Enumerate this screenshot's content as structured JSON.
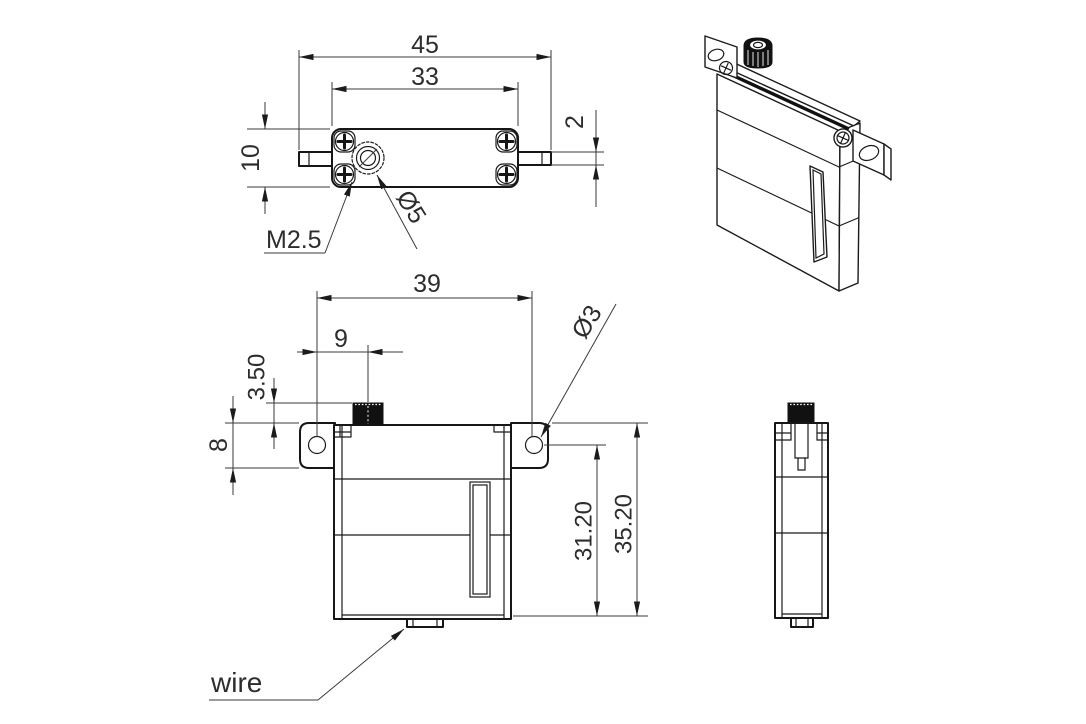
{
  "document": {
    "type": "technical dimension drawing",
    "subject": "servo motor outline drawing",
    "units": "mm",
    "background_color": "#ffffff",
    "line_color": "#1b1b1b",
    "text_color": "#2d2d2d"
  },
  "top_view": {
    "dimensions": {
      "overall_width": "45",
      "body_width": "33",
      "body_depth": "10",
      "tab_thickness": "2"
    },
    "callouts": {
      "screw_thread": "M2.5",
      "shaft_diameter": "Ø5"
    }
  },
  "front_view": {
    "dimensions": {
      "mount_hole_spacing": "39",
      "shaft_offset": "9",
      "shaft_height": "3.50",
      "flange_height": "8",
      "body_height": "31.20",
      "overall_height": "35.20"
    },
    "callouts": {
      "mount_hole_diameter": "Ø3",
      "wire_label": "wire"
    }
  }
}
